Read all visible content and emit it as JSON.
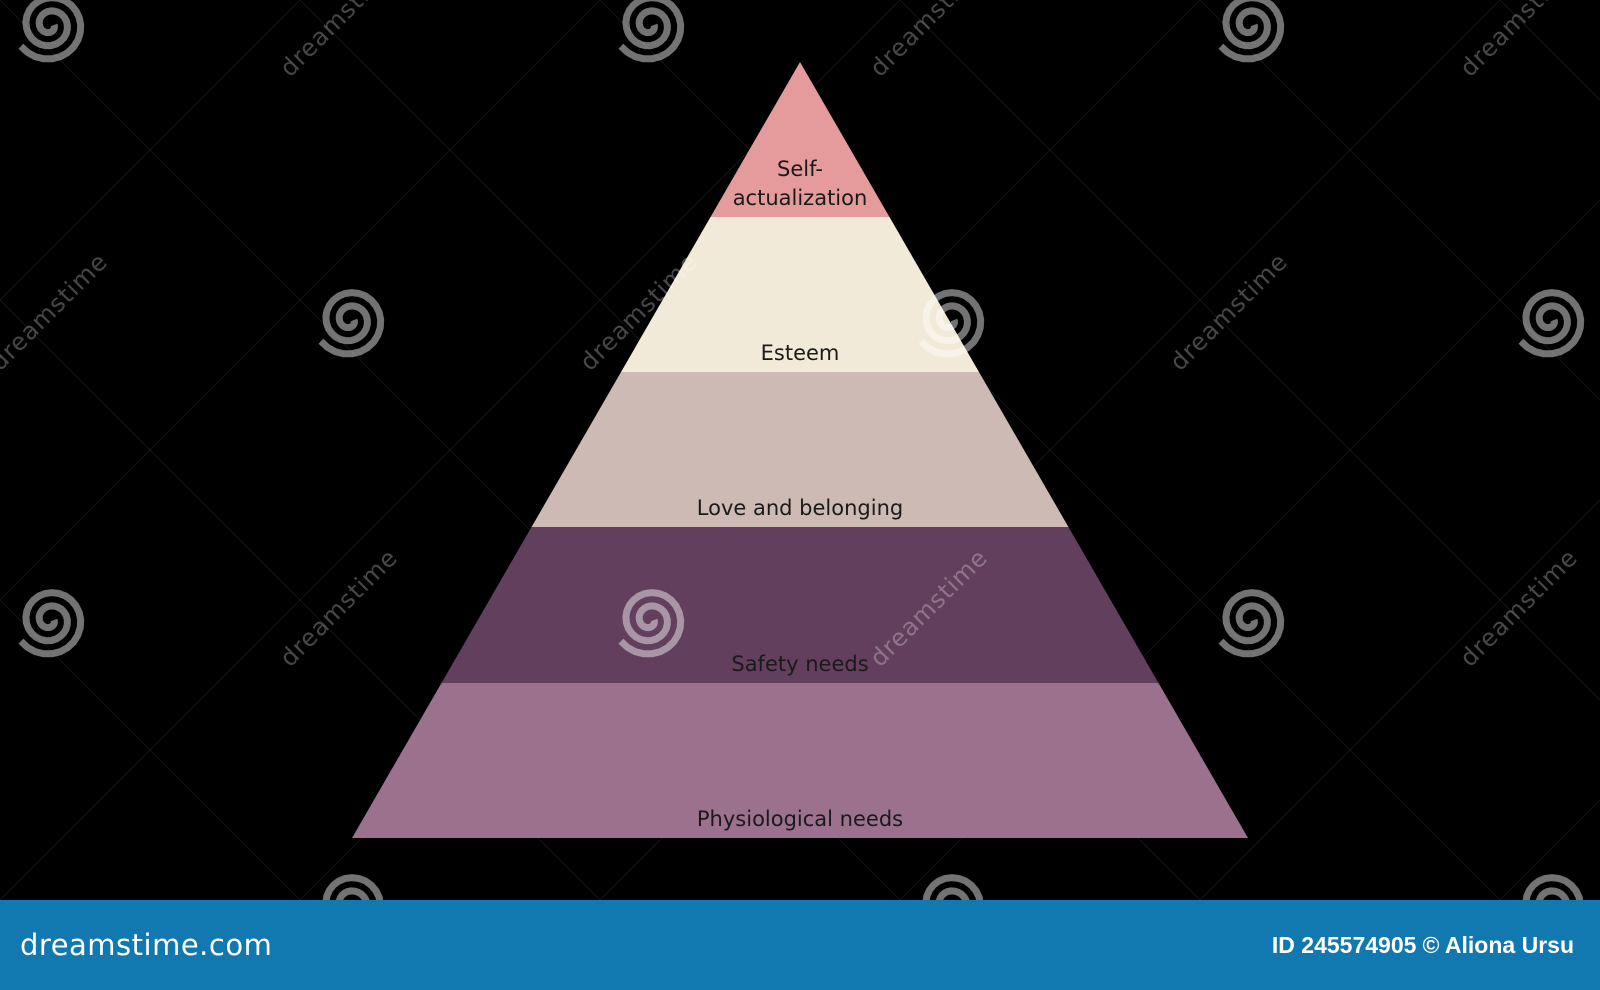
{
  "diagram": {
    "tiers": [
      {
        "label_lines": [
          "Self-",
          "actualization"
        ],
        "color": "#e59a9c"
      },
      {
        "label_lines": [
          "Esteem"
        ],
        "color": "#f2ead8"
      },
      {
        "label_lines": [
          "Love and belonging"
        ],
        "color": "#cebab5"
      },
      {
        "label_lines": [
          "Safety needs"
        ],
        "color": "#623f5c"
      },
      {
        "label_lines": [
          "Physiological needs"
        ],
        "color": "#9c718e"
      }
    ]
  },
  "watermark": {
    "text": "dreamstime"
  },
  "footer": {
    "brand": "dreamstime.com",
    "image_id": "ID 245574905",
    "copyright_author": "© Aliona Ursu"
  },
  "colors": {
    "background": "#000000",
    "footer_bar": "#1178b0"
  }
}
